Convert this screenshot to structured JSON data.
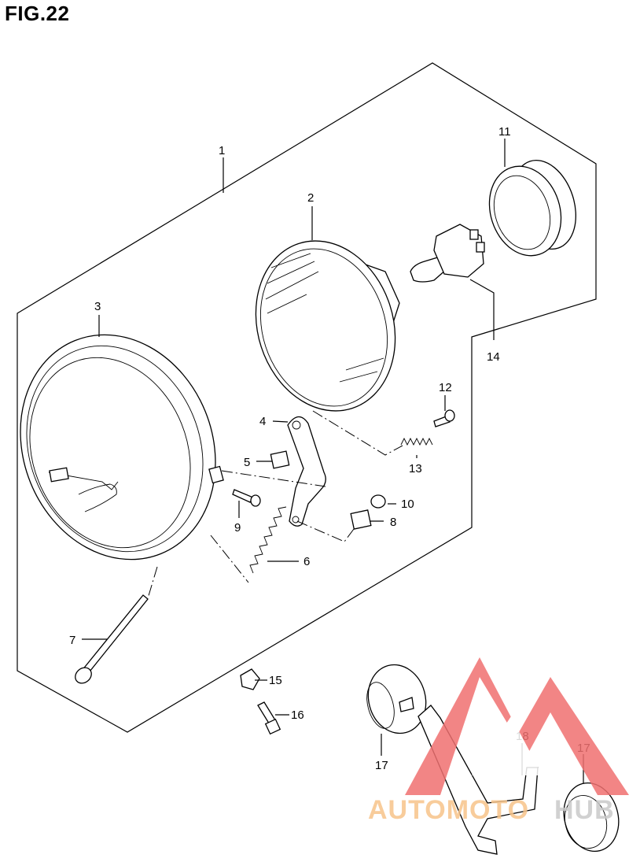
{
  "figure": {
    "title": "FIG.22"
  },
  "callouts": [
    {
      "id": "c1",
      "text": "1"
    },
    {
      "id": "c2",
      "text": "2"
    },
    {
      "id": "c3",
      "text": "3"
    },
    {
      "id": "c4",
      "text": "4"
    },
    {
      "id": "c5",
      "text": "5"
    },
    {
      "id": "c6",
      "text": "6"
    },
    {
      "id": "c7",
      "text": "7"
    },
    {
      "id": "c8",
      "text": "8"
    },
    {
      "id": "c9",
      "text": "9"
    },
    {
      "id": "c10",
      "text": "10"
    },
    {
      "id": "c11",
      "text": "11"
    },
    {
      "id": "c12",
      "text": "12"
    },
    {
      "id": "c13",
      "text": "13"
    },
    {
      "id": "c14",
      "text": "14"
    },
    {
      "id": "c15",
      "text": "15"
    },
    {
      "id": "c16",
      "text": "16"
    },
    {
      "id": "c17a",
      "text": "17"
    },
    {
      "id": "c17b",
      "text": "17"
    },
    {
      "id": "c18",
      "text": "18"
    }
  ],
  "watermark": {
    "text_left": "AUTOMOTO",
    "text_right": "HUB",
    "colors": {
      "logo": "#f07070",
      "text_left": "#f7c48a",
      "text_right": "#c9c9c9"
    }
  }
}
